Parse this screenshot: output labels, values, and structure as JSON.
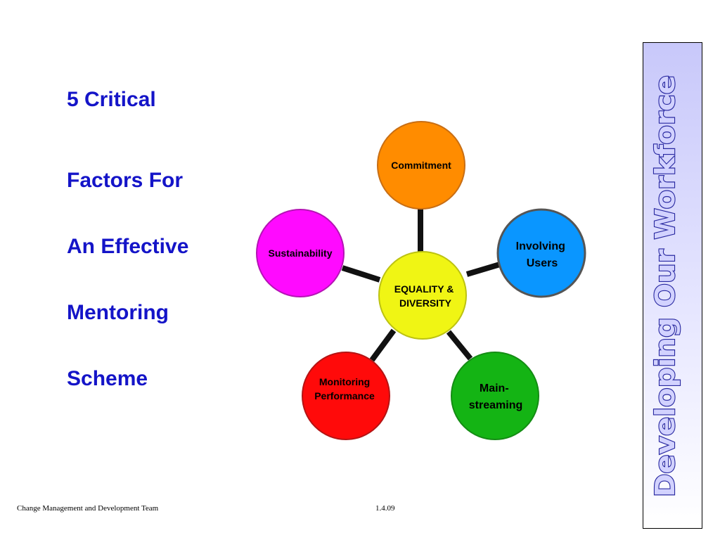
{
  "title_lines": [
    "5 Critical",
    "Factors For",
    "An Effective",
    "Mentoring",
    "Scheme"
  ],
  "diagram": {
    "center": {
      "label_lines": [
        "EQUALITY &",
        "DIVERSITY"
      ],
      "color": "#f0f514"
    },
    "nodes": [
      {
        "label_lines": [
          "Commitment"
        ],
        "color": "#ff8c00"
      },
      {
        "label_lines": [
          "Involving",
          "Users"
        ],
        "color": "#0a96ff"
      },
      {
        "label_lines": [
          "Main-",
          "streaming"
        ],
        "color": "#14b414"
      },
      {
        "label_lines": [
          "Monitoring",
          "Performance"
        ],
        "color": "#ff0a0a"
      },
      {
        "label_lines": [
          "Sustainability"
        ],
        "color": "#ff0aff"
      }
    ]
  },
  "banner": {
    "text": "Developing Our Workforce"
  },
  "footer": {
    "left": "Change Management and Development Team",
    "center": "1.4.09"
  }
}
